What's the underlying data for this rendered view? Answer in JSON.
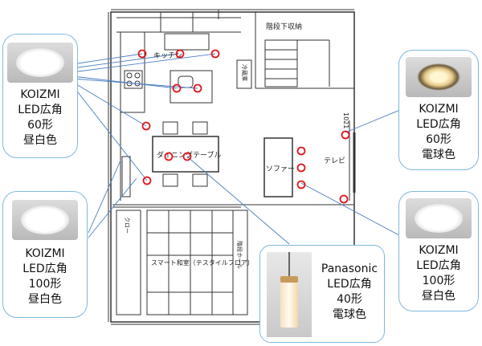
{
  "room_labels": {
    "kitchen": "キッチン",
    "stair_storage": "階段下収納",
    "dining_table": "ダイニングテーブル",
    "sofa": "ソファー",
    "tv": "テレビ",
    "smart_room": "スマート和室（テスタイルフロア）",
    "small_label_a": "クロー",
    "small_label_b": "階段ホール",
    "fridge": "冷蔵庫",
    "dimension": "1021"
  },
  "callouts": {
    "top_left": {
      "lines": [
        "KOIZMI",
        "LED広角",
        "60形",
        "昼白色"
      ],
      "icon": "downlight-white"
    },
    "bottom_left": {
      "lines": [
        "KOIZMI",
        "LED広角",
        "100形",
        "昼白色"
      ],
      "icon": "downlight-white"
    },
    "top_right": {
      "lines": [
        "KOIZMI",
        "LED広角",
        "60形",
        "電球色"
      ],
      "icon": "downlight-warm"
    },
    "bottom_right": {
      "lines": [
        "KOIZMI",
        "LED広角",
        "100形",
        "昼白色"
      ],
      "icon": "downlight-white"
    },
    "bottom_center": {
      "lines": [
        "Panasonic",
        "LED広角",
        "40形",
        "電球色"
      ],
      "icon": "pendant-light"
    }
  },
  "colors": {
    "marker": "#e0161d",
    "callout_border": "#7fb8dc",
    "leader": "#4a7ec0",
    "plan": "#333333"
  }
}
